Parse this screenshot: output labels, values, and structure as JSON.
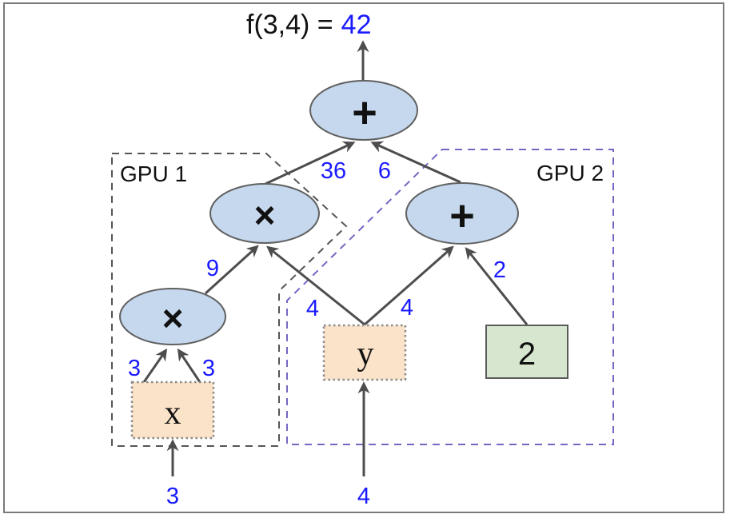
{
  "figure": {
    "title_prefix": "f(3,4) =",
    "title_value": "42"
  },
  "regions": {
    "gpu1": {
      "label": "GPU 1"
    },
    "gpu2": {
      "label": "GPU 2"
    }
  },
  "nodes": {
    "root_add": {
      "op": "+"
    },
    "mul_upper": {
      "op": "×"
    },
    "add_right": {
      "op": "+"
    },
    "mul_lower": {
      "op": "×"
    },
    "var_x": {
      "label": "x"
    },
    "var_y": {
      "label": "y"
    },
    "const_2": {
      "label": "2"
    }
  },
  "edge_labels": {
    "mul_upper_to_root": "36",
    "add_right_to_root": "6",
    "mul_lower_to_mul_upper": "9",
    "y_to_mul_upper": "4",
    "y_to_add_right": "4",
    "const_to_add_right": "2",
    "x_to_mul_lower_left": "3",
    "x_to_mul_lower_right": "3",
    "input_x": "3",
    "input_y": "4"
  },
  "colors": {
    "op_node_fill": "#c5d8ee",
    "op_node_stroke": "#606060",
    "var_box_fill": "#fae3c8",
    "var_box_stroke": "#8a8a8a",
    "const_box_fill": "#d7e7cf",
    "const_box_stroke": "#5b5b5b",
    "edge": "#4d4d4d",
    "value_text": "#1a1aff",
    "gpu1_border": "#555555",
    "gpu2_border": "#7666c4",
    "text": "#111111",
    "frame": "#7a7a7a"
  }
}
